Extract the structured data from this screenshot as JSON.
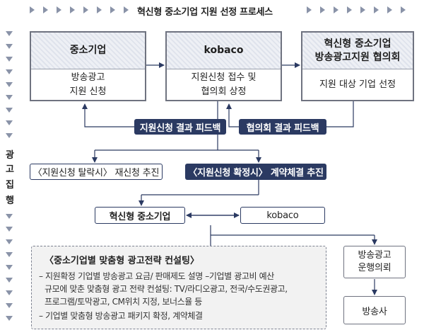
{
  "title": "혁신형 중소기업 지원 선정 프로세스",
  "side_label": [
    "광",
    "고",
    "집",
    "행"
  ],
  "boxes": {
    "sme": {
      "header": "중소기업",
      "body_line1": "방송광고",
      "body_line2": "지원 신청"
    },
    "kobaco": {
      "header": "kobaco",
      "body_line1": "지원신청 접수 및",
      "body_line2": "협의회 상정"
    },
    "council": {
      "header_line1": "혁신형 중소기업",
      "header_line2": "방송광고지원 협의회",
      "body": "지원 대상 기업 선정"
    }
  },
  "feedback": {
    "application": "지원신청 결과 피드백",
    "council": "협의회 결과 피드백"
  },
  "outcomes": {
    "rejected": "〈지원신청 탈락시〉 재신청 추진",
    "confirmed": "〈지원신청 확정시〉 계약체결 추진"
  },
  "parties": {
    "innovative_sme": "혁신형 중소기업",
    "kobaco": "kobaco"
  },
  "consulting": {
    "title": "〈중소기업별 맞춤형 광고전략 컨설팅〉",
    "line1": "– 지원확정 기업별 방송광고 요금/ 판매제도 설명 –기업별 광고비 예산",
    "line2": "규모에 맞춘 맞춤형 광고 전략 컨설팅: TV/라디오광고, 전국/수도권광고,",
    "line3": "프로그램/토막광고, CM위치 지정, 보너스율 등",
    "line4": "– 기업별 맞춤형 방송광고 패키지 확정, 계약체결"
  },
  "right_side": {
    "consultation_line1": "방송광고",
    "consultation_line2": "운행의뢰",
    "broadcaster": "방송사"
  },
  "colors": {
    "navy": "#2b3a62",
    "chevron": "#8a93a8",
    "box_border": "#6f7380",
    "consult_bg": "#f2f2f2"
  }
}
